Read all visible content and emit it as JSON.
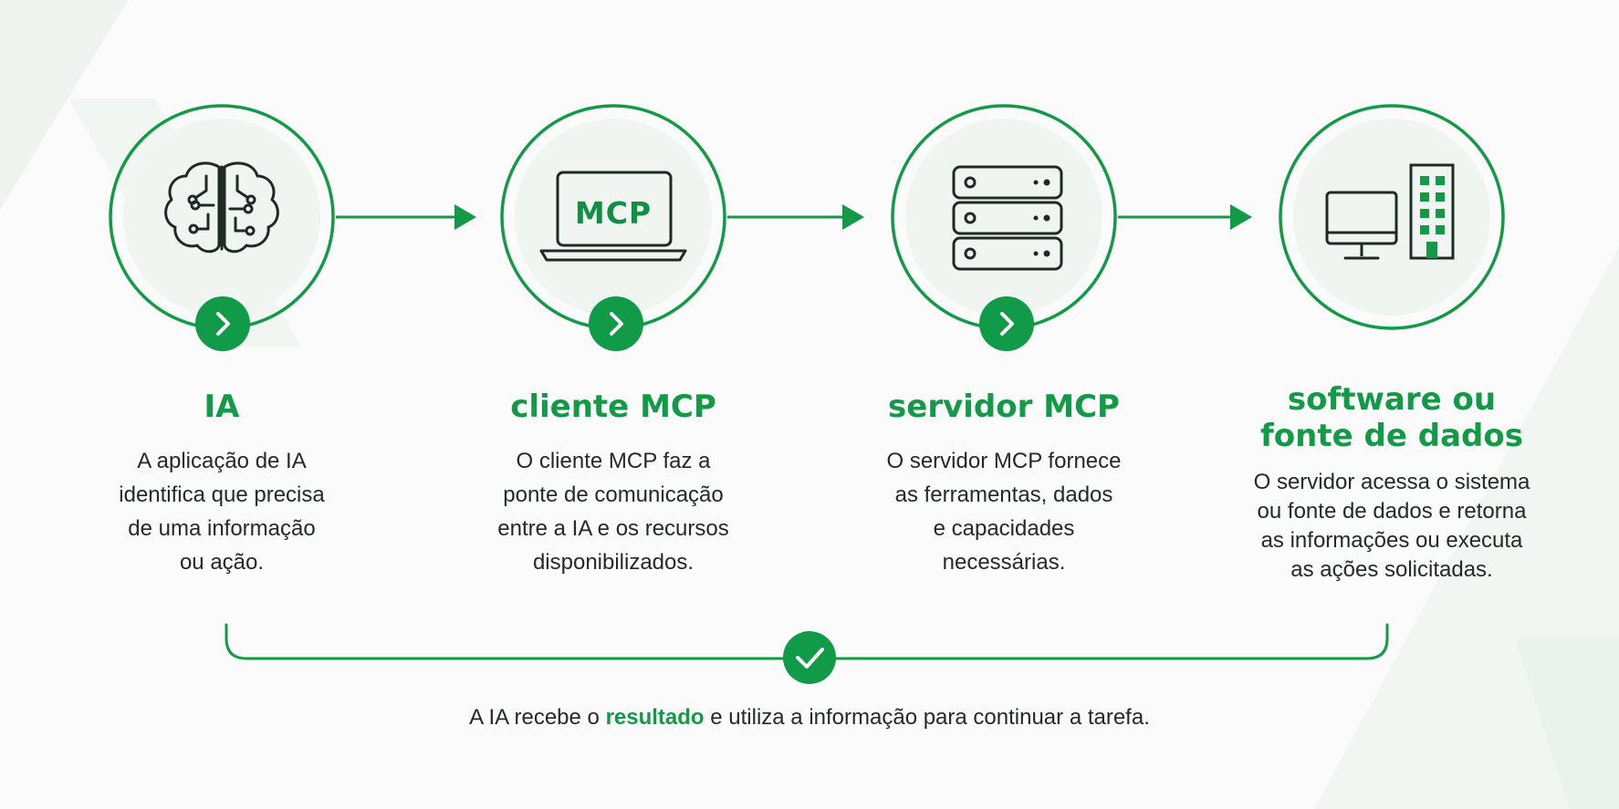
{
  "colors": {
    "accent": "#129a47",
    "accent_dark": "#0f8a3f",
    "icon_stroke": "#1f2a24",
    "circle_fill": "#f0f5f1"
  },
  "steps": [
    {
      "icon": "brain-circuit-icon",
      "title": "IA",
      "description": "A aplicação de IA\nidentifica que precisa\nde uma informação\nou ação."
    },
    {
      "icon": "laptop-icon",
      "icon_label": "MCP",
      "title": "cliente MCP",
      "description": "O cliente MCP faz a\nponte de comunicação\nentre a IA e os recursos\ndisponibilizados."
    },
    {
      "icon": "server-icon",
      "title": "servidor MCP",
      "description": "O servidor MCP fornece\nas ferramentas, dados\ne capacidades\nnecessárias."
    },
    {
      "icon": "computer-and-building-icon",
      "title": "software ou\nfonte de dados",
      "description": "O servidor acessa o sistema\nou fonte de dados e retorna\nas informações ou executa\nas ações solicitadas."
    }
  ],
  "footer": {
    "prefix": "A IA recebe o ",
    "highlight": "resultado",
    "suffix": " e utiliza a informação para continuar a tarefa."
  }
}
